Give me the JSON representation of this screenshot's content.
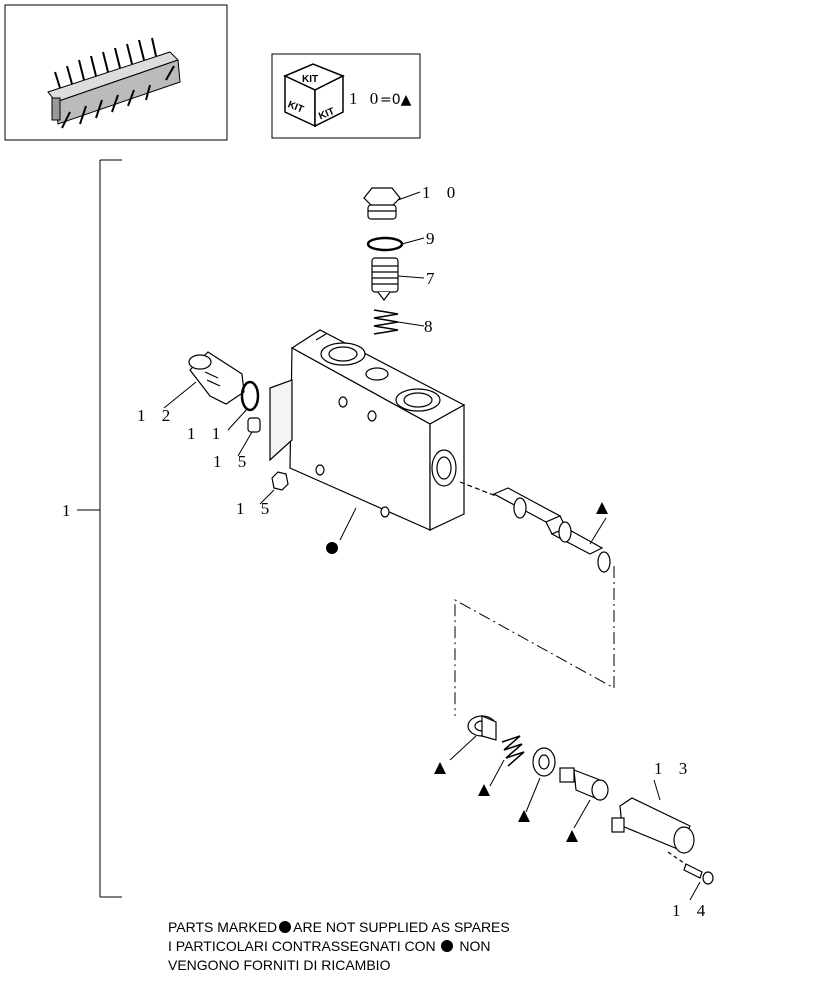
{
  "kit_box": {
    "cube_label": "KIT",
    "legend_number": "1 0",
    "legend_symbol": "=0▲"
  },
  "callouts": {
    "c1": "1",
    "c7": "7",
    "c8": "8",
    "c9": "9",
    "c10": "1 0",
    "c11": "1 1",
    "c12": "1 2",
    "c13": "1 3",
    "c14": "1 4",
    "c15a": "1 5",
    "c15b": "1 5"
  },
  "notes": {
    "line1_a": "PARTS MARKED",
    "line1_b": "ARE NOT SUPPLIED AS SPARES",
    "line2_a": "I PARTICOLARI CONTRASSEGNATI CON",
    "line2_b": "NON",
    "line3": "VENGONO FORNITI DI RICAMBIO"
  }
}
